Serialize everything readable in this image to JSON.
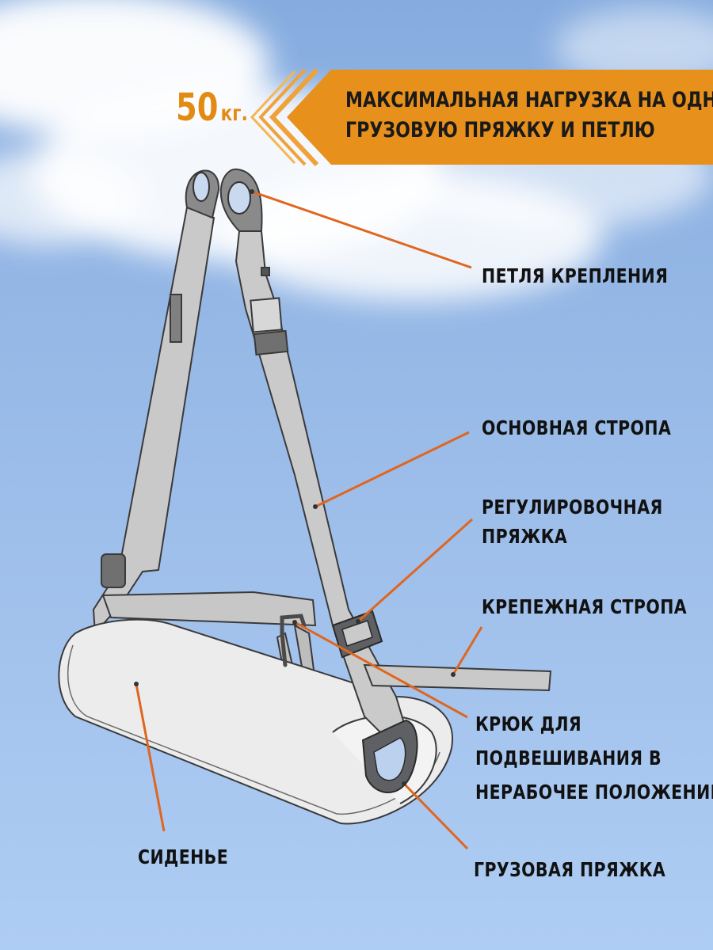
{
  "banner": {
    "weight_value": "50",
    "weight_unit": "кг.",
    "text_lines": [
      "МАКСИМАЛЬНАЯ НАГРУЗКА НА ОДНУ",
      "ГРУЗОВУЮ ПРЯЖКУ И ПЕТЛЮ"
    ],
    "color": "#e8901c"
  },
  "labels": {
    "loop": [
      "ПЕТЛЯ КРЕПЛЕНИЯ"
    ],
    "main_strap": [
      "ОСНОВНАЯ СТРОПА"
    ],
    "adjust_buckle": [
      "РЕГУЛИРОВОЧНАЯ",
      "ПРЯЖКА"
    ],
    "fastening_strap": [
      "КРЕПЕЖНАЯ СТРОПА"
    ],
    "hook": [
      "КРЮК ДЛЯ",
      "ПОДВЕШИВАНИЯ В",
      "НЕРАБОЧЕЕ ПОЛОЖЕНИЕ"
    ],
    "seat": [
      "СИДЕНЬЕ"
    ],
    "cargo_buckle": [
      "ГРУЗОВАЯ ПРЯЖКА"
    ]
  },
  "colors": {
    "leader_line": "#e0661f",
    "sky_top": "#8fb4e6",
    "sky_bottom": "#a8c8f2",
    "strap_fill": "#c9c9c9",
    "hardware": "#5f6064"
  }
}
